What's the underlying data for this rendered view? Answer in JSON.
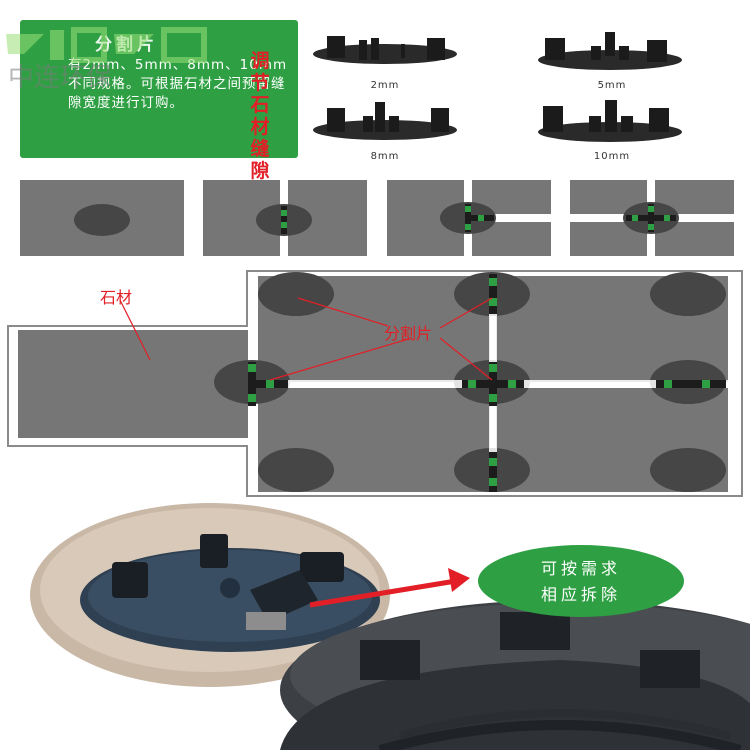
{
  "info": {
    "title": "分割片",
    "text": "有2mm、5mm、8mm、10mm不同规格。可根据石材之间预留缝隙宽度进行订购。",
    "vertical_title": "调节石材缝隙"
  },
  "watermark_text": "中连环保",
  "spacer_sizes": [
    "2mm",
    "5mm",
    "8mm",
    "10mm"
  ],
  "labels": {
    "stone": "石材",
    "spacer": "分割片"
  },
  "bubble": {
    "line1": "可按需求",
    "line2": "相应拆除"
  },
  "colors": {
    "green": "#2ea043",
    "red": "#e21f26",
    "stone_gray": "#767676",
    "pad_gray": "#464646"
  }
}
